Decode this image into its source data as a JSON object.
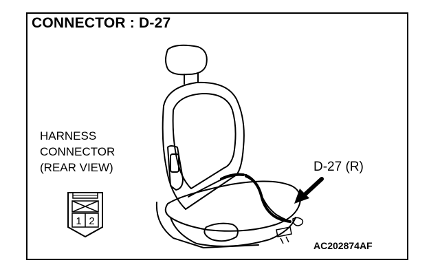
{
  "title": "CONNECTOR : D-27",
  "harness_label": [
    "HARNESS",
    "CONNECTOR",
    "(REAR VIEW)"
  ],
  "connector_callout": "D-27 (R)",
  "connector_pins": [
    "1",
    "2"
  ],
  "figure_code": "AC202874AF"
}
